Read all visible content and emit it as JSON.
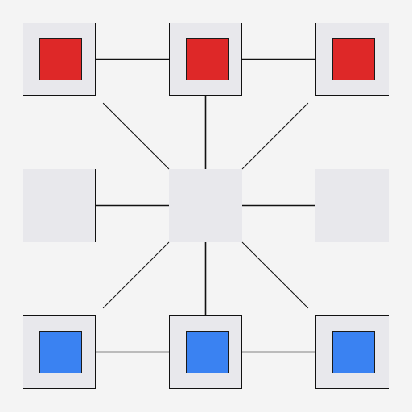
{
  "game": {
    "board": {
      "rows": 3,
      "cols": 3,
      "background_color": "#f4f4f4",
      "cell_color": "#e8e8ec",
      "line_color": "#111111"
    },
    "players": {
      "red": {
        "color": "#de2828"
      },
      "blue": {
        "color": "#3a82f2"
      }
    },
    "cells": [
      {
        "row": 0,
        "col": 0,
        "piece": "red"
      },
      {
        "row": 0,
        "col": 1,
        "piece": "red"
      },
      {
        "row": 0,
        "col": 2,
        "piece": "red"
      },
      {
        "row": 1,
        "col": 0,
        "piece": null
      },
      {
        "row": 1,
        "col": 1,
        "piece": null
      },
      {
        "row": 1,
        "col": 2,
        "piece": null
      },
      {
        "row": 2,
        "col": 0,
        "piece": "blue"
      },
      {
        "row": 2,
        "col": 1,
        "piece": "blue"
      },
      {
        "row": 2,
        "col": 2,
        "piece": "blue"
      }
    ],
    "connections": [
      {
        "from": [
          0,
          0
        ],
        "to": [
          0,
          1
        ]
      },
      {
        "from": [
          0,
          1
        ],
        "to": [
          0,
          2
        ]
      },
      {
        "from": [
          1,
          0
        ],
        "to": [
          1,
          1
        ]
      },
      {
        "from": [
          1,
          1
        ],
        "to": [
          1,
          2
        ]
      },
      {
        "from": [
          2,
          0
        ],
        "to": [
          2,
          1
        ]
      },
      {
        "from": [
          2,
          1
        ],
        "to": [
          2,
          2
        ]
      },
      {
        "from": [
          0,
          1
        ],
        "to": [
          1,
          1
        ]
      },
      {
        "from": [
          1,
          1
        ],
        "to": [
          2,
          1
        ]
      },
      {
        "from": [
          0,
          0
        ],
        "to": [
          1,
          1
        ]
      },
      {
        "from": [
          0,
          2
        ],
        "to": [
          1,
          1
        ]
      },
      {
        "from": [
          2,
          0
        ],
        "to": [
          1,
          1
        ]
      },
      {
        "from": [
          2,
          2
        ],
        "to": [
          1,
          1
        ]
      }
    ]
  }
}
